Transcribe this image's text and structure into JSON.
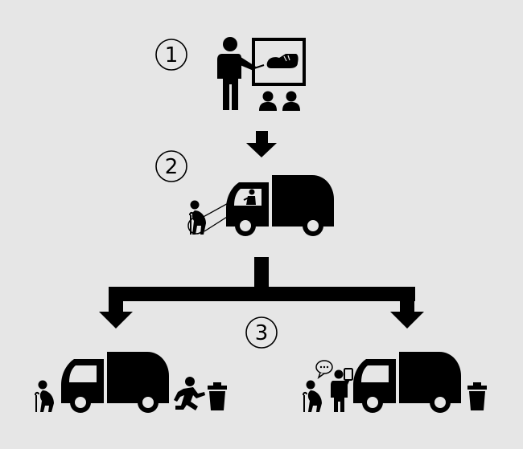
{
  "diagram": {
    "steps": [
      {
        "number": "1"
      },
      {
        "number": "2"
      },
      {
        "number": "3"
      }
    ],
    "colors": {
      "background": "#e6e6e6",
      "ink": "#000000"
    },
    "icons": [
      "teacher-icon",
      "whiteboard-icon",
      "shoe-icon",
      "audience-icon",
      "elderly-person-icon",
      "garbage-truck-icon",
      "driver-icon",
      "trash-bin-icon",
      "running-person-icon",
      "speech-bubble-icon",
      "smartphone-icon",
      "person-with-phone-icon"
    ]
  }
}
